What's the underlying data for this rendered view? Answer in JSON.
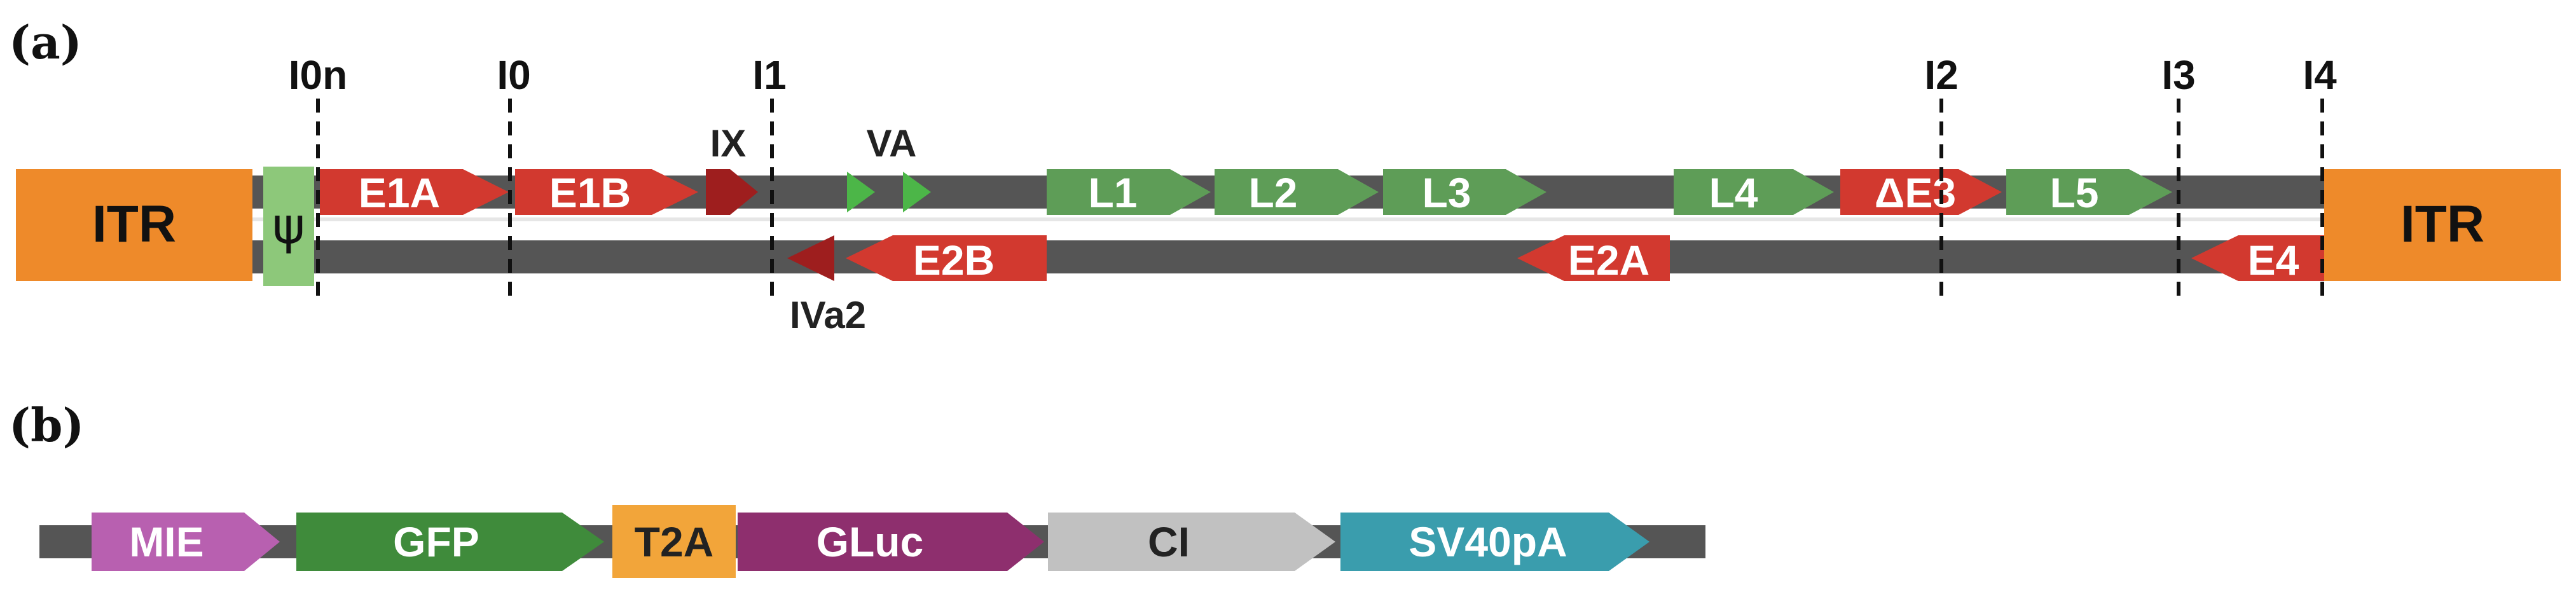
{
  "panel_a": {
    "label": "(a)",
    "itr_left": "ITR",
    "itr_right": "ITR",
    "psi": "ψ",
    "sites": [
      "I0n",
      "I0",
      "I1",
      "I2",
      "I3",
      "I4"
    ],
    "top_strand_genes": [
      "E1A",
      "E1B",
      "IX",
      "VA",
      "L1",
      "L2",
      "L3",
      "L4",
      "ΔE3",
      "L5"
    ],
    "bottom_strand_genes": [
      "IVa2",
      "E2B",
      "E2A",
      "E4"
    ]
  },
  "panel_b": {
    "label": "(b)",
    "cassette": [
      "MIE",
      "GFP",
      "T2A",
      "GLuc",
      "CI",
      "SV40pA"
    ]
  },
  "colors": {
    "itr": "#EE8A2A",
    "psi": "#8DC87A",
    "early_red": "#D2392F",
    "dark_red": "#9E1E1E",
    "late_green": "#5E9D57",
    "va_green": "#4CB648",
    "backbone": "#555555",
    "mie": "#B860B0",
    "gfp": "#3F8B3B",
    "t2a": "#F2A53A",
    "gluc": "#8E2F6E",
    "ci": "#C1C1C1",
    "sv40pa": "#3A9DAD"
  }
}
